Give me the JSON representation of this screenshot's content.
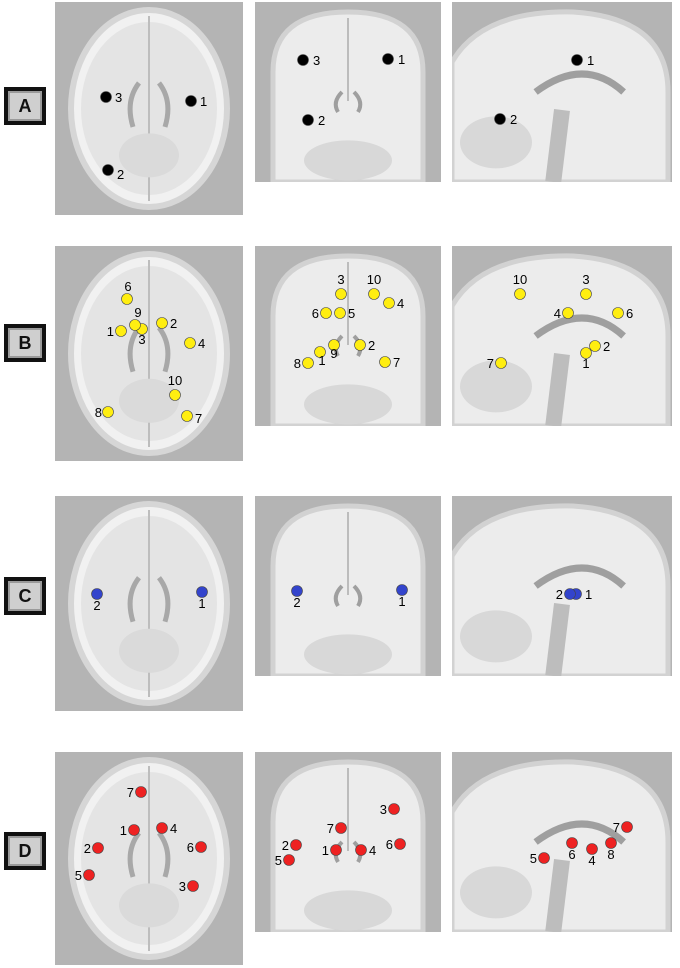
{
  "rows": [
    {
      "label": "A",
      "marker_color": "#000000",
      "axial": [
        {
          "n": "1"
        },
        {
          "n": "2"
        },
        {
          "n": "3"
        }
      ],
      "coronal": [
        {
          "n": "1"
        },
        {
          "n": "2"
        },
        {
          "n": "3"
        }
      ],
      "sagittal": [
        {
          "n": "1"
        },
        {
          "n": "2"
        }
      ]
    },
    {
      "label": "B",
      "marker_color": "#ffee11",
      "axial": [
        {
          "n": "1"
        },
        {
          "n": "2"
        },
        {
          "n": "3"
        },
        {
          "n": "4"
        },
        {
          "n": "6"
        },
        {
          "n": "7"
        },
        {
          "n": "8"
        },
        {
          "n": "9"
        },
        {
          "n": "10"
        }
      ],
      "coronal": [
        {
          "n": "1"
        },
        {
          "n": "2"
        },
        {
          "n": "3"
        },
        {
          "n": "4"
        },
        {
          "n": "5"
        },
        {
          "n": "6"
        },
        {
          "n": "7"
        },
        {
          "n": "8"
        },
        {
          "n": "9"
        },
        {
          "n": "10"
        }
      ],
      "sagittal": [
        {
          "n": "1"
        },
        {
          "n": "2"
        },
        {
          "n": "3"
        },
        {
          "n": "4"
        },
        {
          "n": "6"
        },
        {
          "n": "7"
        },
        {
          "n": "10"
        }
      ]
    },
    {
      "label": "C",
      "marker_color": "#3344cc",
      "axial": [
        {
          "n": "1"
        },
        {
          "n": "2"
        }
      ],
      "coronal": [
        {
          "n": "1"
        },
        {
          "n": "2"
        }
      ],
      "sagittal": [
        {
          "n": "1"
        },
        {
          "n": "2"
        }
      ]
    },
    {
      "label": "D",
      "marker_color": "#ee2222",
      "axial": [
        {
          "n": "1"
        },
        {
          "n": "2"
        },
        {
          "n": "3"
        },
        {
          "n": "4"
        },
        {
          "n": "5"
        },
        {
          "n": "6"
        },
        {
          "n": "7"
        }
      ],
      "coronal": [
        {
          "n": "1"
        },
        {
          "n": "2"
        },
        {
          "n": "3"
        },
        {
          "n": "4"
        },
        {
          "n": "5"
        },
        {
          "n": "6"
        },
        {
          "n": "7"
        }
      ],
      "sagittal": [
        {
          "n": "4"
        },
        {
          "n": "5"
        },
        {
          "n": "6"
        },
        {
          "n": "7"
        },
        {
          "n": "8"
        }
      ]
    }
  ]
}
